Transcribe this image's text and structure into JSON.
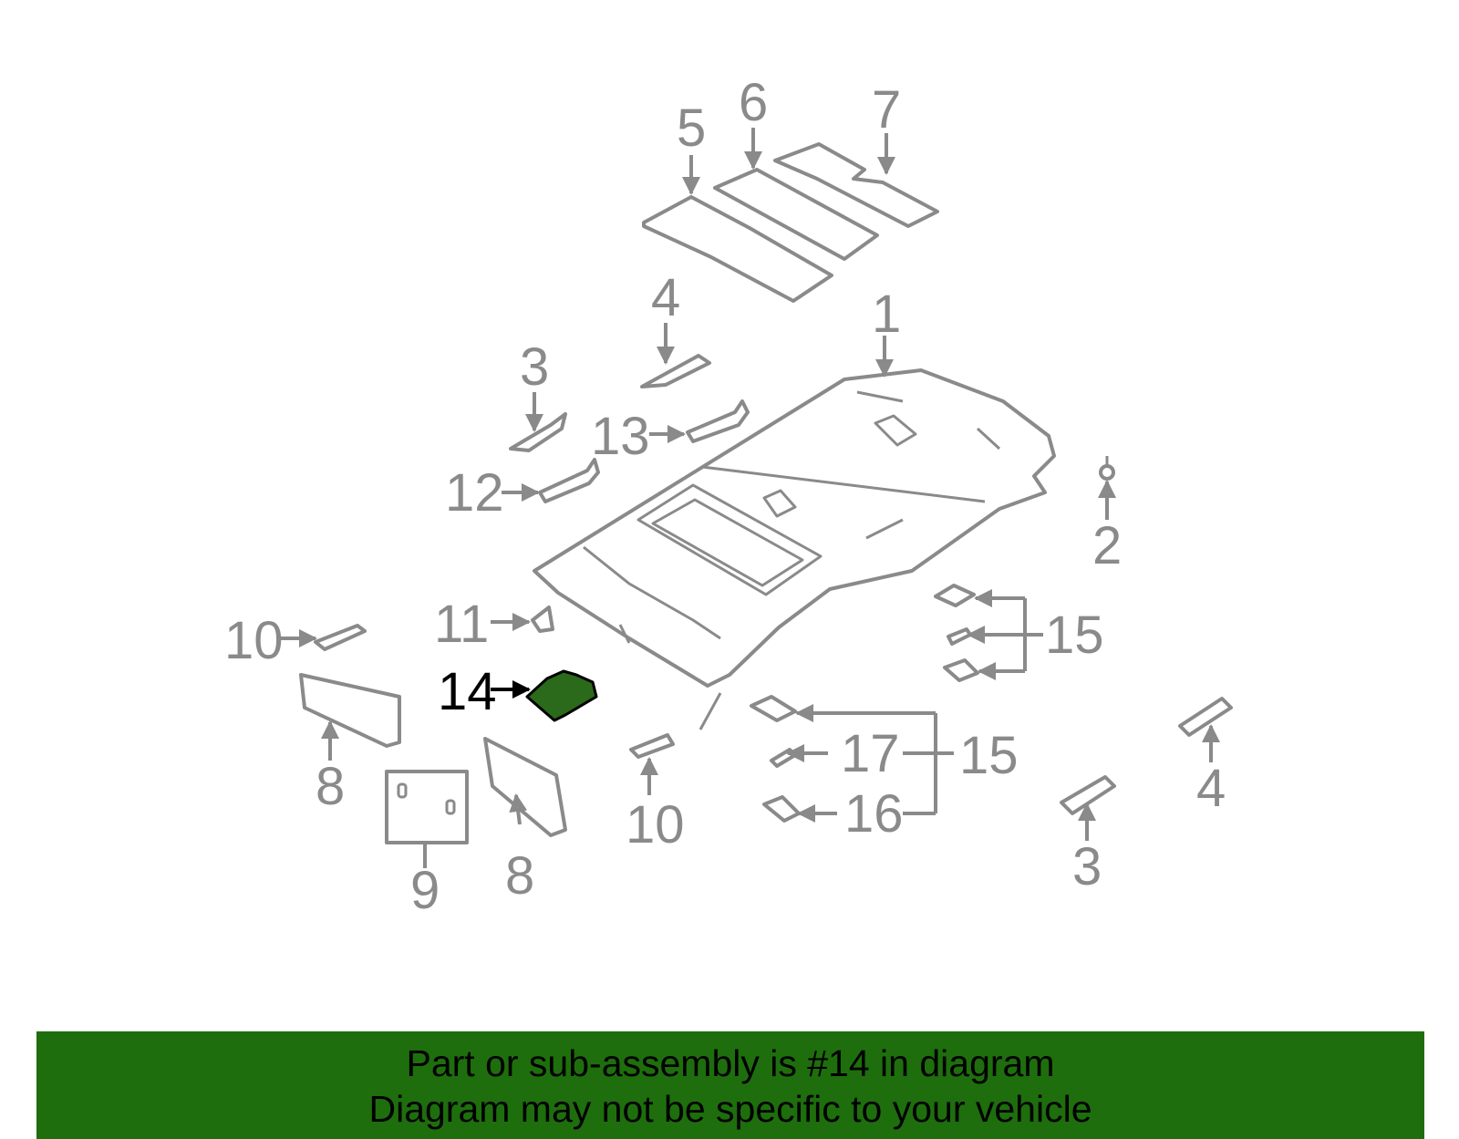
{
  "diagram": {
    "highlight_color": "#2a6a1a",
    "callouts": {
      "c1": "1",
      "c2": "2",
      "c3a": "3",
      "c3b": "3",
      "c4a": "4",
      "c4b": "4",
      "c5": "5",
      "c6": "6",
      "c7": "7",
      "c8a": "8",
      "c8b": "8",
      "c9": "9",
      "c10a": "10",
      "c10b": "10",
      "c11": "11",
      "c12": "12",
      "c13": "13",
      "c14": "14",
      "c15a": "15",
      "c15b": "15",
      "c16": "16",
      "c17": "17"
    }
  },
  "banner": {
    "line1": "Part or sub-assembly is #14 in diagram",
    "line2": "Diagram may not be specific to your vehicle",
    "background": "#1e6e0d"
  }
}
